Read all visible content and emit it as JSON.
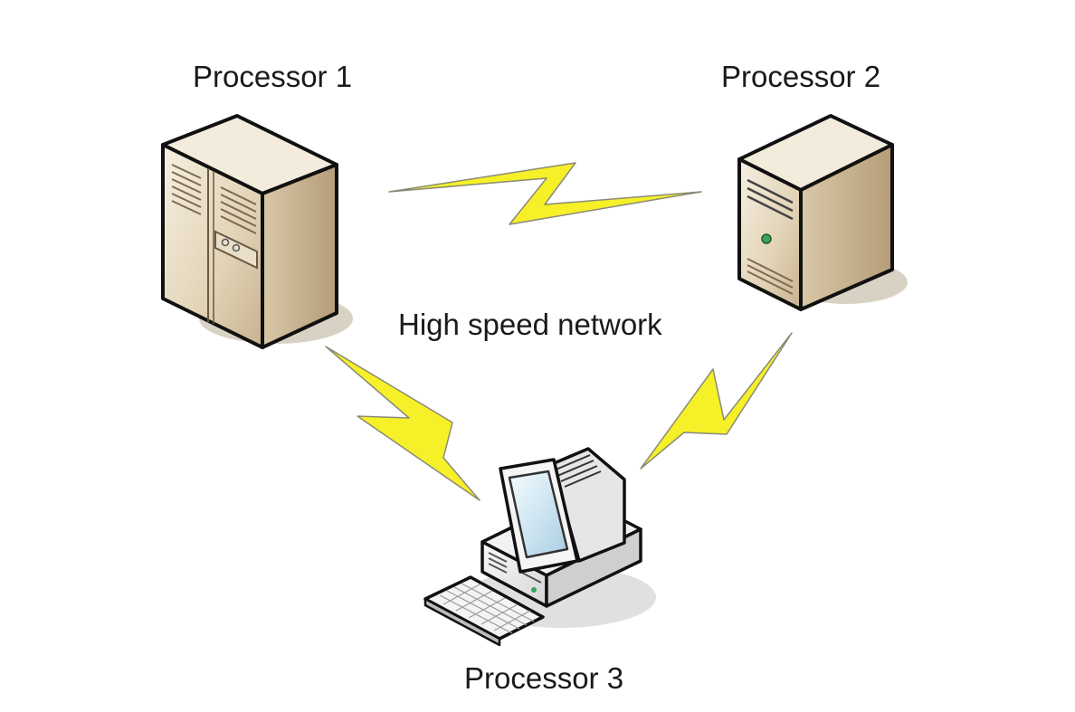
{
  "nodes": [
    {
      "id": "p1",
      "label": "Processor 1",
      "icon": "tower-server-icon"
    },
    {
      "id": "p2",
      "label": "Processor 2",
      "icon": "server-icon"
    },
    {
      "id": "p3",
      "label": "Processor 3",
      "icon": "desktop-computer-icon"
    }
  ],
  "network": {
    "label": "High speed network",
    "link_icon": "lightning-bolt-icon",
    "link_color": "#f6f028",
    "links": [
      {
        "from": "p1",
        "to": "p2"
      },
      {
        "from": "p1",
        "to": "p3"
      },
      {
        "from": "p2",
        "to": "p3"
      }
    ]
  }
}
